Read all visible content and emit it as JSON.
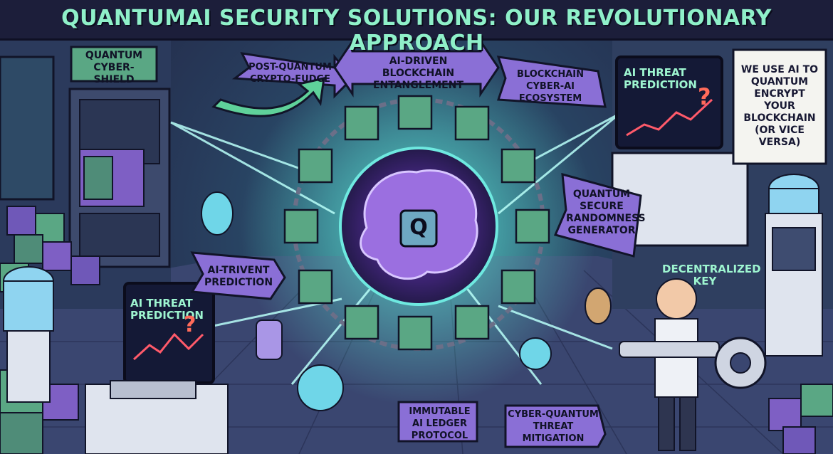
{
  "title": "QUANTUMAI SECURITY SOLUTIONS: OUR REVOLUTIONARY APPROACH",
  "labels": {
    "cyber_shield": "QUANTUM CYBER-SHIELD",
    "post_quantum": "POST-QUANTUM CRYPTO-FUDGE",
    "ai_blockchain": "AI-DRIVEN BLOCKCHAIN ENTANGLEMENT",
    "ecosystem": "BLOCKCHAIN CYBER-AI ECOSYSTEM",
    "threat_top": "AI THREAT PREDICTION",
    "sign": "WE USE AI TO QUANTUM ENCRYPT YOUR BLOCKCHAIN (OR VICE VERSA)",
    "randomness": "QUANTUM SECURE RANDOMNESS GENERATOR",
    "triven": "AI-TRIVENT PREDICTION",
    "threat_left": "AI THREAT PREDICTION",
    "decentralized": "DECENTRALIZED KEY",
    "ledger": "IMMUTABLE AI LEDGER PROTOCOL",
    "mitigation": "CYBER-QUANTUM THREAT MITIGATION",
    "chip": "Q",
    "question": "?"
  },
  "colors": {
    "banner": "#1c1e3a",
    "title": "#8ff0c9",
    "arrow_purple": "#8a6fd6",
    "arrow_green": "#5fd19a",
    "beam": "#9ffcff",
    "cube": "#5aa784",
    "brain": "#9b6fe0"
  }
}
